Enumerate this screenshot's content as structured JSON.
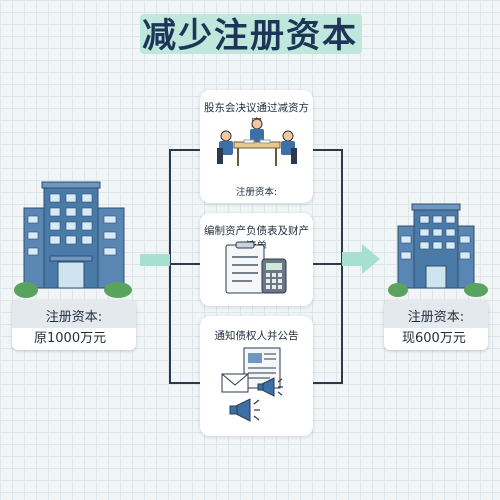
{
  "title": "减少注册资本",
  "left_company": {
    "label": "注册资本:",
    "value": "原1000万元"
  },
  "right_company": {
    "label": "注册资本:",
    "value": "现600万元"
  },
  "steps": [
    {
      "title": "股东会决议通过减资方案",
      "note": "注册资本:",
      "icon": "shareholder-meeting-icon"
    },
    {
      "title": "编制资产负债表及财产清单",
      "icon": "balance-sheet-calculator-icon"
    },
    {
      "title": "通知债权人并公告",
      "icon": "newspaper-envelope-megaphone-icon"
    }
  ],
  "colors": {
    "title_highlight": "#bfe7dc",
    "arrow": "#a8e0cf",
    "line": "#2b3a4a",
    "building": "#4a7aa8"
  }
}
